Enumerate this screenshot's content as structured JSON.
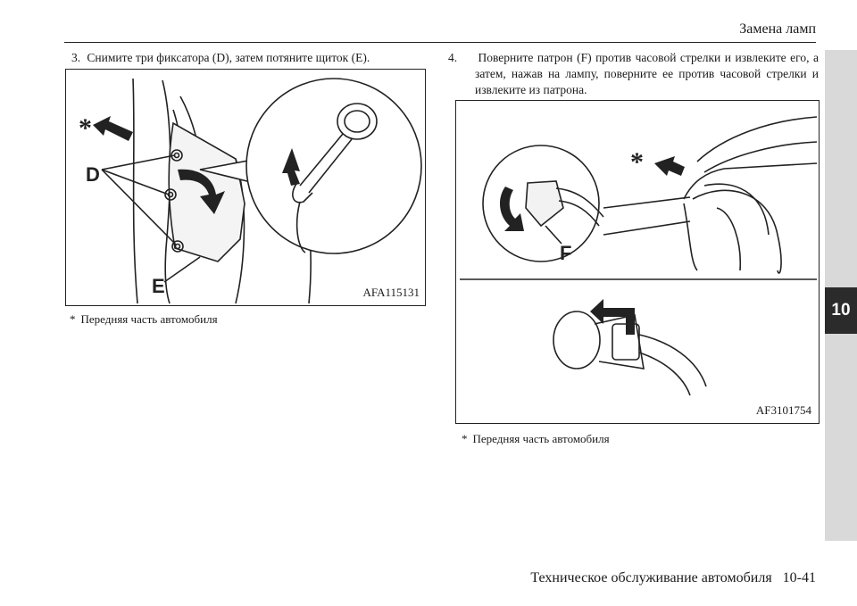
{
  "header": {
    "title": "Замена ламп"
  },
  "chapter_tab": {
    "label": "10"
  },
  "steps": [
    {
      "number": "3.",
      "text": "Снимите три фиксатора (D), затем потяните щиток (E)."
    },
    {
      "number": "4.",
      "text": "Поверните патрон (F) против часовой стрелки и извлеките его, а затем, нажав на лампу, поверните ее против часовой стрелки и извлеките из патрона."
    }
  ],
  "figures": [
    {
      "code": "AFA115131",
      "labels": {
        "star": "*",
        "d": "D",
        "e": "E"
      }
    },
    {
      "code": "AF3101754",
      "labels": {
        "star": "*",
        "f": "F"
      }
    }
  ],
  "notes": [
    {
      "marker": "*",
      "text": "Передняя часть автомобиля"
    },
    {
      "marker": "*",
      "text": "Передняя часть автомобиля"
    }
  ],
  "footer": {
    "section": "Техническое обслуживание автомобиля",
    "page": "10-41"
  }
}
